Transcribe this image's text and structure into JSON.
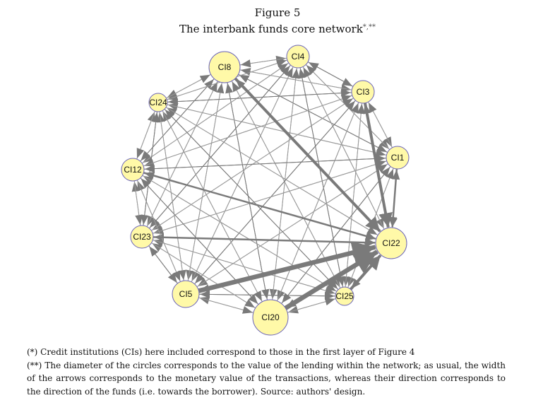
{
  "figure": {
    "number": "Figure 5",
    "title": "The interbank funds core network",
    "title_marks": "*,**"
  },
  "colors": {
    "node_fill": "#fff9a8",
    "node_stroke": "#6a63b8",
    "edge": "#7a7a7a",
    "edge_light": "#9a9a9a"
  },
  "nodes": [
    {
      "id": "CI8",
      "label": "CI8",
      "size": "large"
    },
    {
      "id": "CI4",
      "label": "CI4",
      "size": "small"
    },
    {
      "id": "CI3",
      "label": "CI3",
      "size": "small"
    },
    {
      "id": "CI1",
      "label": "CI1",
      "size": "small"
    },
    {
      "id": "CI22",
      "label": "CI22",
      "size": "large"
    },
    {
      "id": "CI25",
      "label": "CI25",
      "size": "tiny"
    },
    {
      "id": "CI20",
      "label": "CI20",
      "size": "xlarge"
    },
    {
      "id": "CI5",
      "label": "CI5",
      "size": "medium"
    },
    {
      "id": "CI23",
      "label": "CI23",
      "size": "small"
    },
    {
      "id": "CI12",
      "label": "CI12",
      "size": "small"
    },
    {
      "id": "CI24",
      "label": "CI24",
      "size": "tiny"
    }
  ],
  "heavy_edges": [
    {
      "from": "CI8",
      "to": "CI22",
      "weight": "thick"
    },
    {
      "from": "CI5",
      "to": "CI22",
      "weight": "very-thick"
    },
    {
      "from": "CI20",
      "to": "CI22",
      "weight": "very-thick"
    },
    {
      "from": "CI3",
      "to": "CI22",
      "weight": "thick"
    },
    {
      "from": "CI12",
      "to": "CI22",
      "weight": "medium"
    },
    {
      "from": "CI23",
      "to": "CI22",
      "weight": "medium"
    },
    {
      "from": "CI1",
      "to": "CI22",
      "weight": "medium"
    },
    {
      "from": "CI25",
      "to": "CI22",
      "weight": "thick"
    }
  ],
  "notes": [
    "(*) Credit institutions (CIs) here included correspond to those in the first layer of Figure 4",
    "(**) The diameter of the circles corresponds to the value of the lending within the network; as usual, the width of the arrows corresponds to the monetary value of the transactions, whereas their direction corresponds to the direction of the funds (i.e. towards the borrower). Source: authors' design."
  ]
}
